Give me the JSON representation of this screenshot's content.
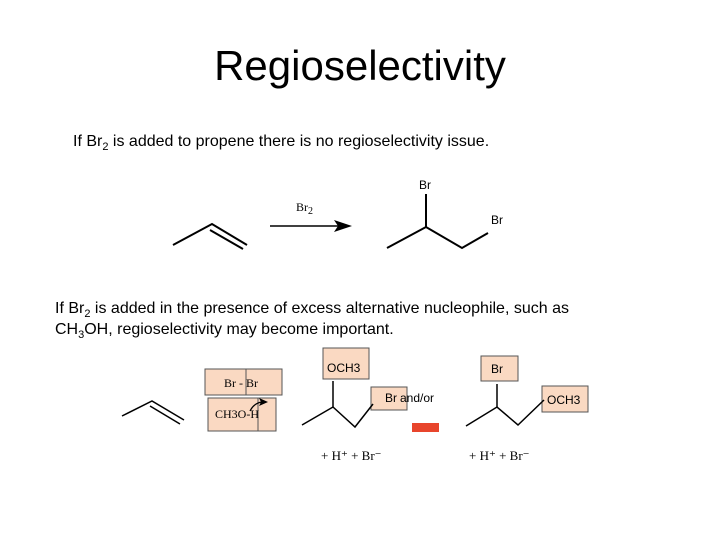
{
  "slide": {
    "title": "Regioselectivity",
    "line1": {
      "pre": "If  Br",
      "sub": "2",
      "post": " is added to propene there is no regioselectivity issue."
    },
    "line2": {
      "pre": "If Br",
      "sub": "2",
      "post": " is added in the presence of excess  alternative nucleophile, such as"
    },
    "line3": {
      "a": "CH",
      "sub": "3",
      "b": "OH, regioselectivity may become important."
    }
  },
  "scheme1": {
    "reagent": "Br2",
    "product_label_top": "Br",
    "product_label_right": "Br"
  },
  "scheme2": {
    "box_bromine": "Br - Br",
    "box_methanol": "CH3O-H",
    "product1_och3": "OCH3",
    "product1_br": "Br",
    "connector": "and/or",
    "product2_br": "Br",
    "product2_och3": "OCH3",
    "byproducts1": "+ H⁺ + Br⁻",
    "byproducts2": "+ H⁺ + Br⁻"
  },
  "colors": {
    "box_fill": "#fad9c2",
    "box_stroke": "#555555",
    "andor_bar": "#e8452c"
  }
}
